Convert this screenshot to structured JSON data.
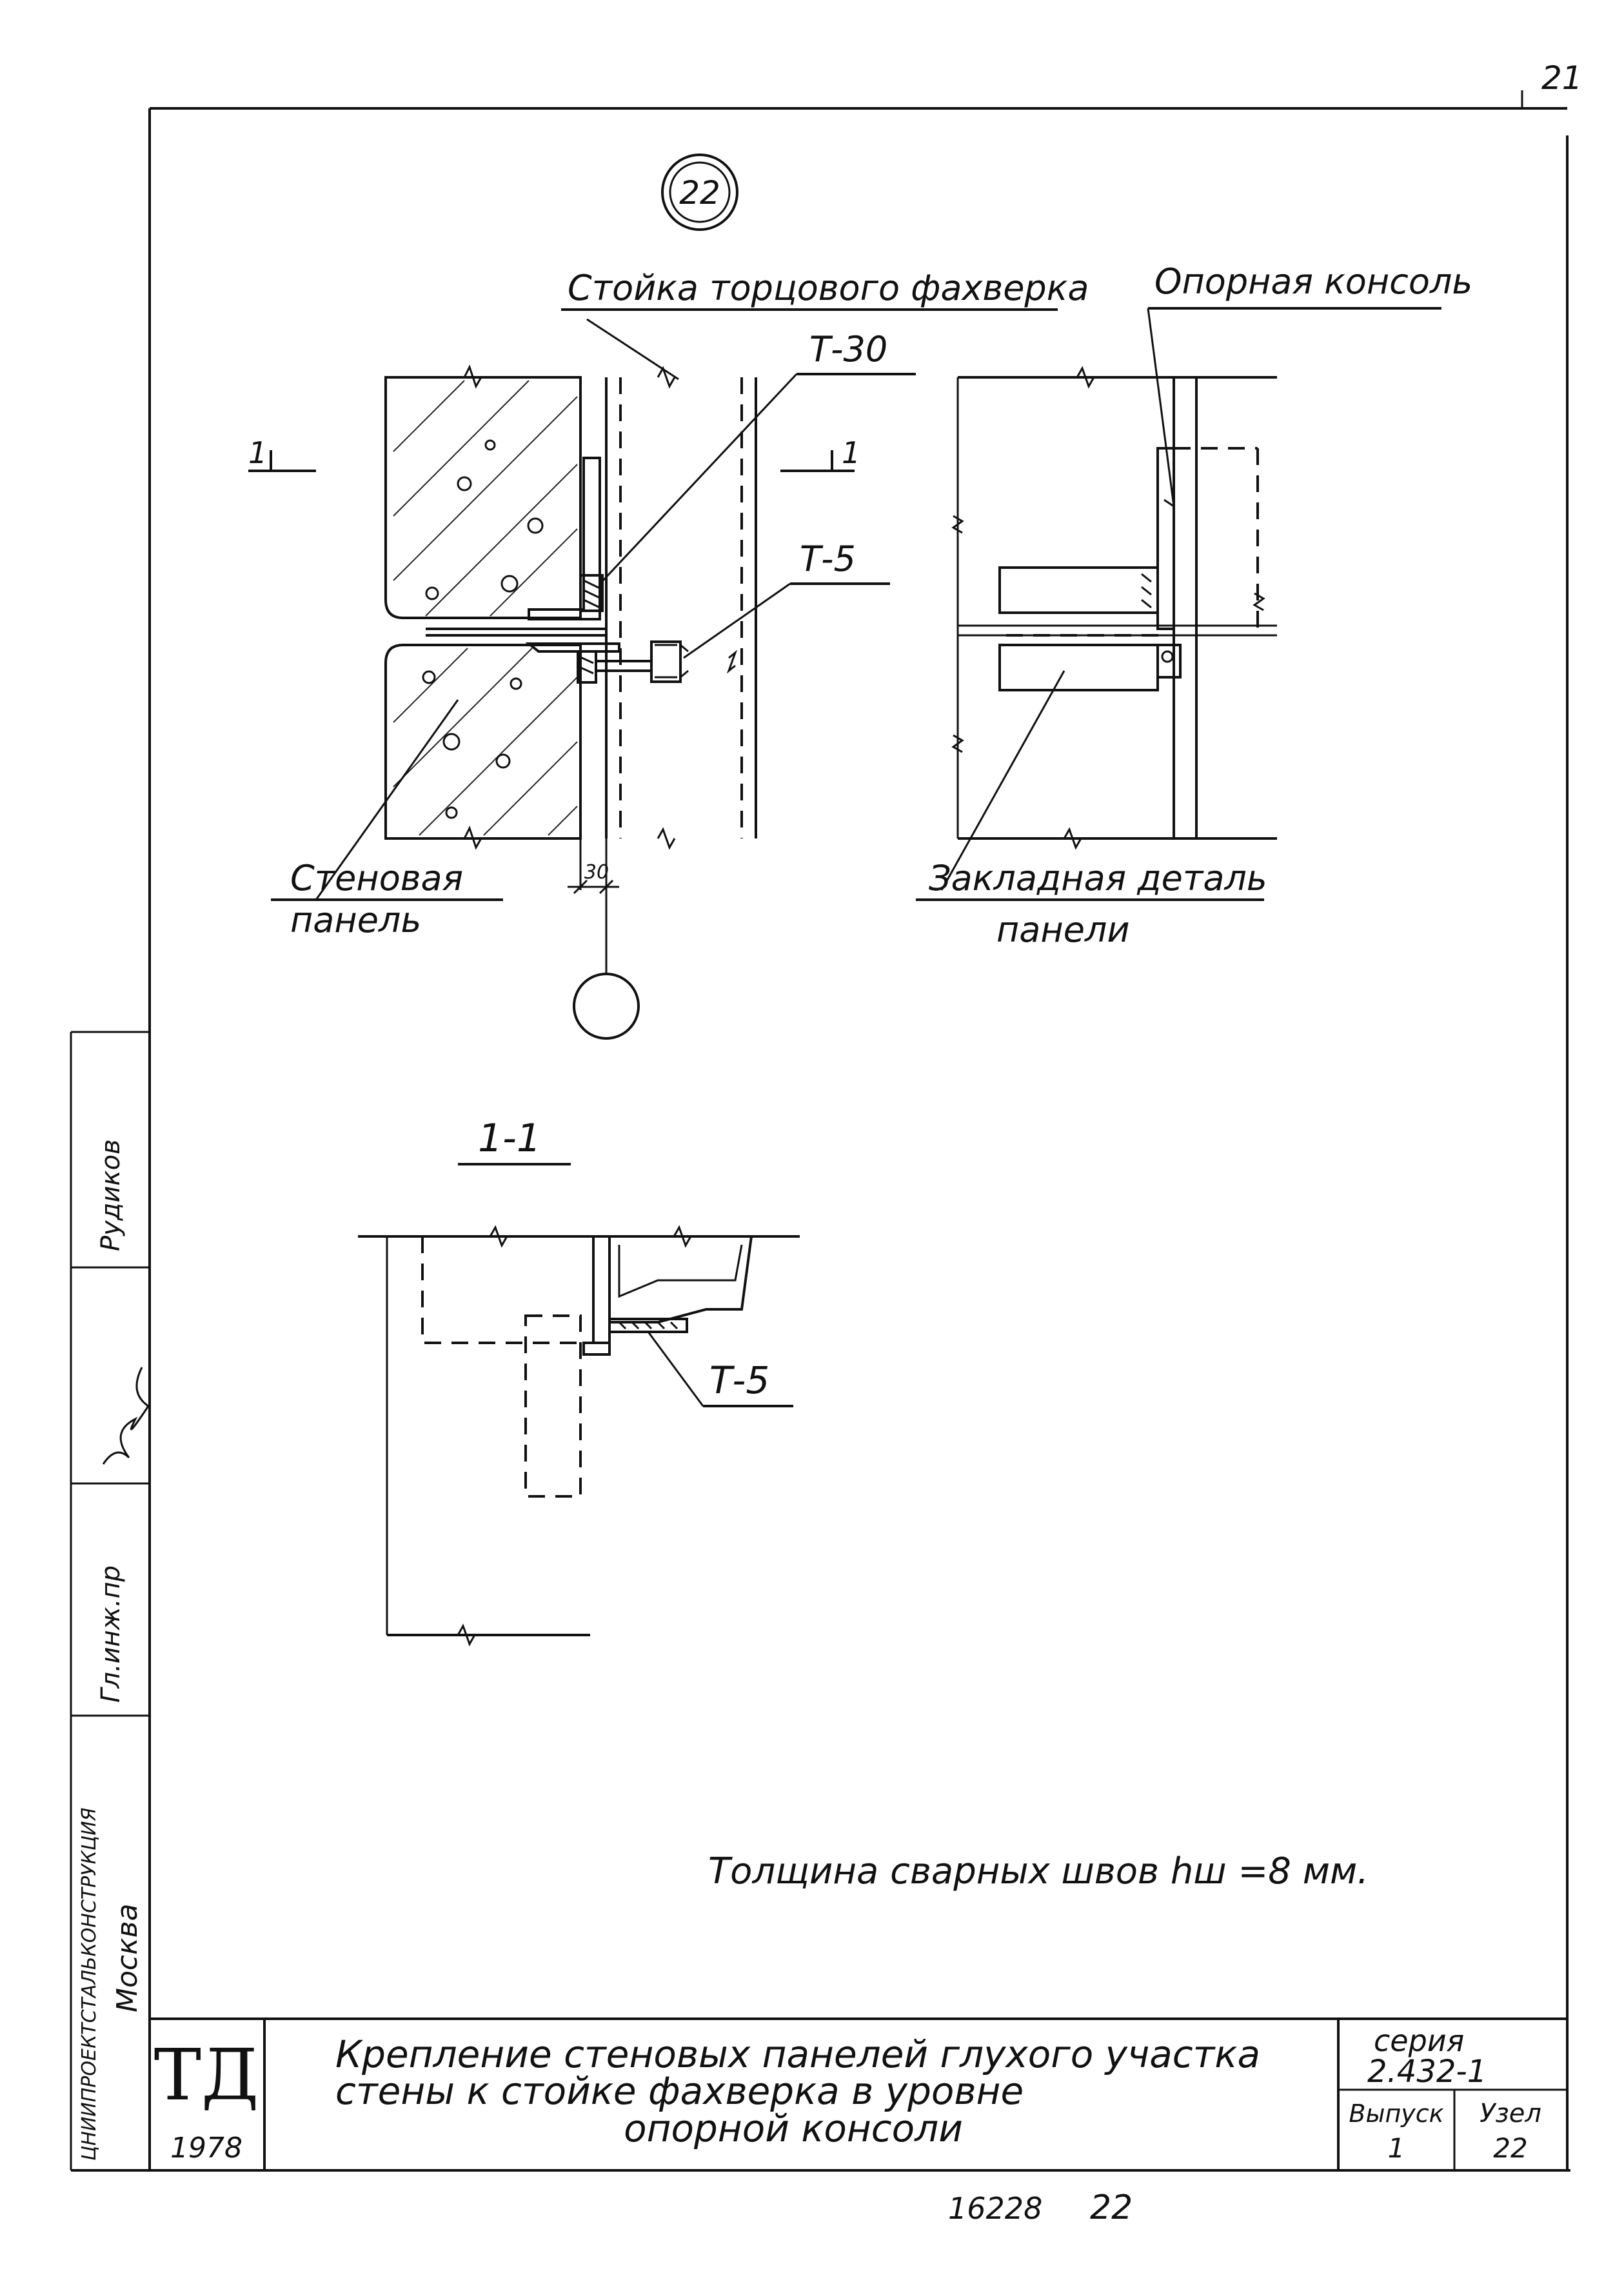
{
  "page_number": "21",
  "node_marker": "22",
  "labels": {
    "column": "Стойка торцового фахверка",
    "support": "Опорная консоль",
    "t30": "Т-30",
    "t5_top": "Т-5",
    "t5_bottom": "Т-5",
    "section_mark_left": "1",
    "section_mark_right": "1",
    "wall_panel_line1": "Стеновая",
    "wall_panel_line2": "панель",
    "embed_line1": "Закладная деталь",
    "embed_line2": "панели",
    "dim_30": "30",
    "section_title": "1-1"
  },
  "note": "Толщина сварных швов hш =8 мм.",
  "side_stamp": {
    "name": "Рудиков",
    "role": "Гл.инж.пр",
    "org": "ЦНИИПРОЕКТСТАЛЬКОНСТРУКЦИЯ",
    "city": "Москва"
  },
  "title_block": {
    "logo": "ТД",
    "year": "1978",
    "title_line1": "Крепление стеновых панелей глухого участка",
    "title_line2": "стены к стойке фахверка в уровне",
    "title_line3": "опорной консоли",
    "series_label": "серия",
    "series_value": "2.432-1",
    "issue_label": "Выпуск",
    "issue_value": "1",
    "node_label": "Узел",
    "node_value": "22"
  },
  "bottom": {
    "code": "16228",
    "number": "22"
  }
}
